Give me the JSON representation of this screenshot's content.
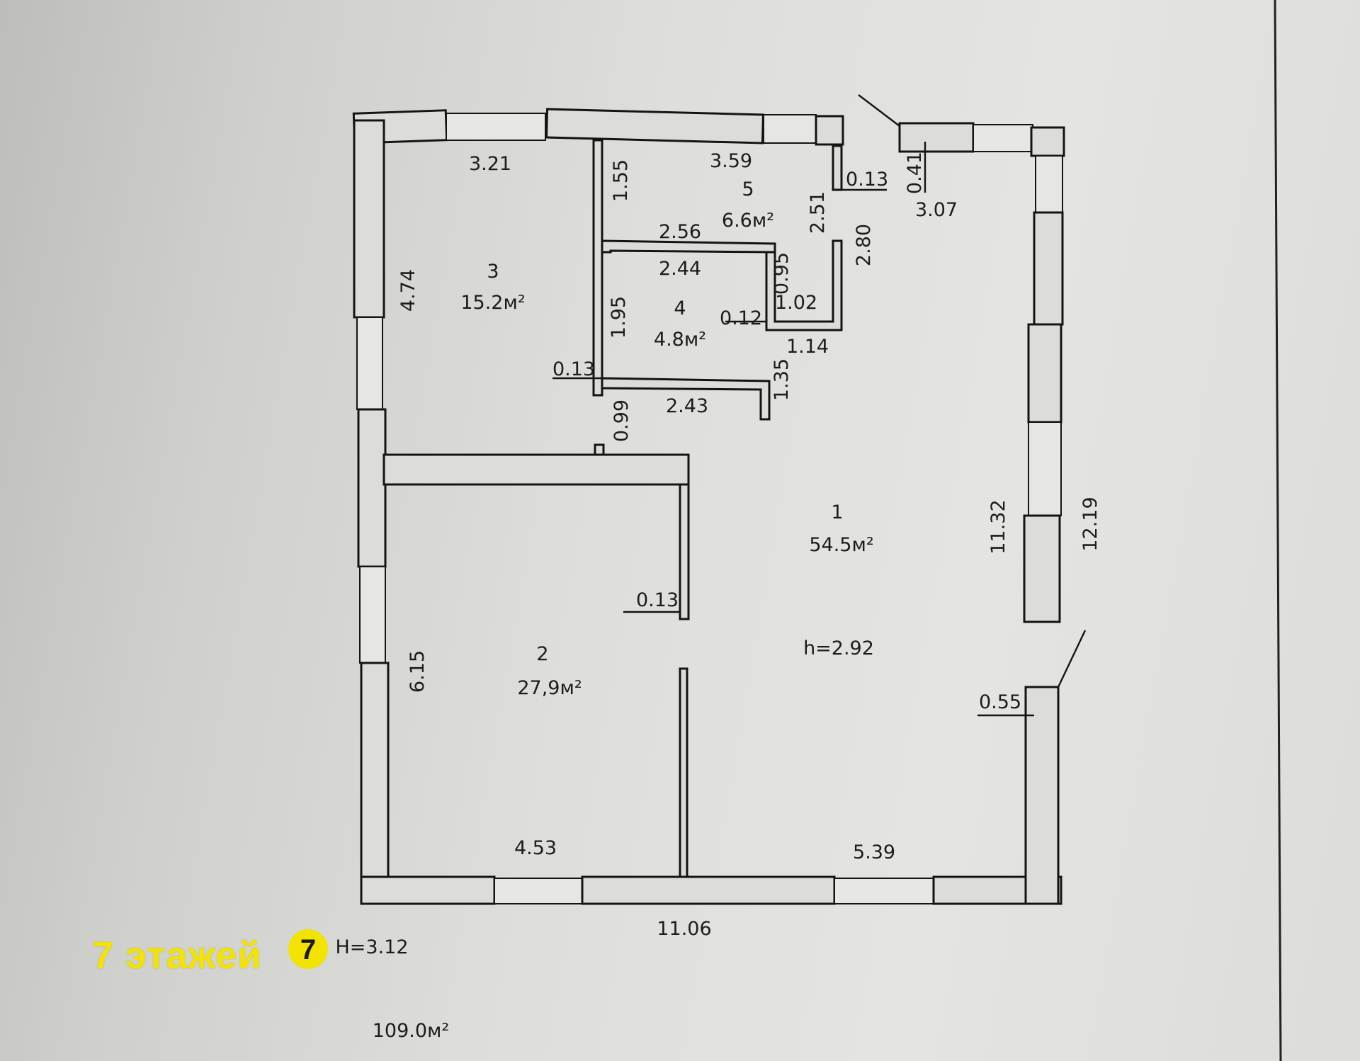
{
  "brand": {
    "name": "7 этажей",
    "logo_digit": "7",
    "color": "#f2e300"
  },
  "plan": {
    "total_area": "109.0м²",
    "outer_height": "H=3.12",
    "rooms": [
      {
        "id": "1",
        "area": "54.5м²",
        "height": "h=2.92"
      },
      {
        "id": "2",
        "area": "27,9м²"
      },
      {
        "id": "3",
        "area": "15.2м²"
      },
      {
        "id": "4",
        "area": "4.8м²"
      },
      {
        "id": "5",
        "area": "6.6м²"
      }
    ],
    "dimensions": {
      "d_3_21": "3.21",
      "d_1_55": "1.55",
      "d_3_59": "3.59",
      "d_0_13_r5": "0.13",
      "d_0_41": "0.41",
      "d_3_07": "3.07",
      "d_2_51": "2.51",
      "d_2_56": "2.56",
      "d_2_80": "2.80",
      "d_2_44": "2.44",
      "d_0_95": "0.95",
      "d_1_02": "1.02",
      "d_4_74": "4.74",
      "d_1_95": "1.95",
      "d_0_12": "0.12",
      "d_1_14": "1.14",
      "d_0_13_a": "0.13",
      "d_1_35": "1.35",
      "d_2_43": "2.43",
      "d_0_99": "0.99",
      "d_11_32": "11.32",
      "d_12_19": "12.19",
      "d_0_13_b": "0.13",
      "d_6_15": "6.15",
      "d_0_55": "0.55",
      "d_4_53": "4.53",
      "d_5_39": "5.39",
      "d_11_06": "11.06"
    }
  }
}
